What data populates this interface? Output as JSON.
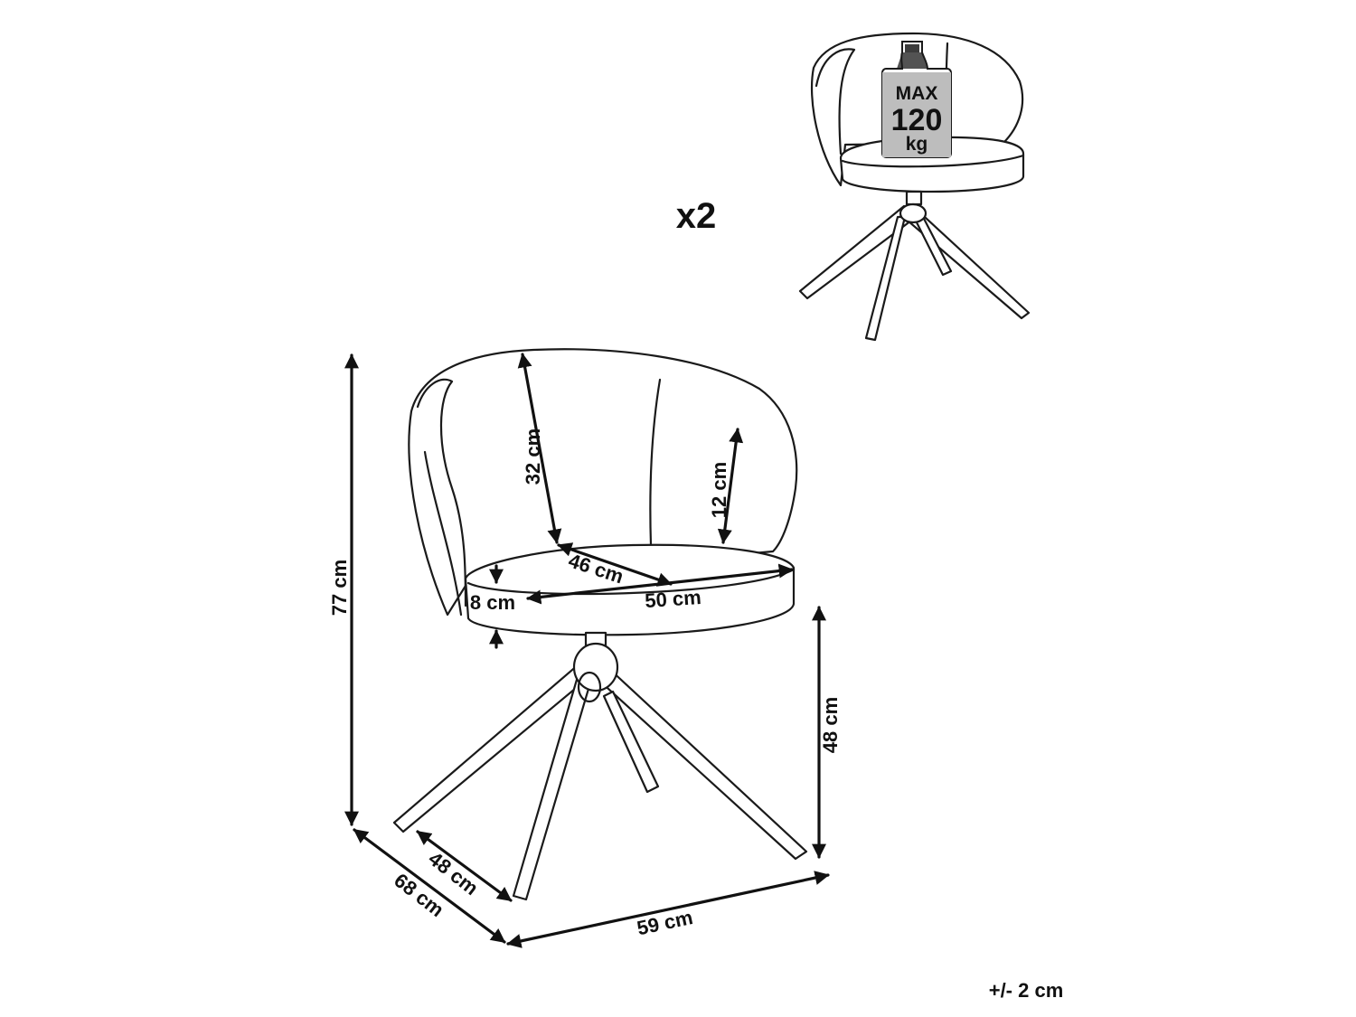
{
  "multiplier": "x2",
  "weight_badge": {
    "line1": "MAX",
    "line2": "120",
    "line3": "kg"
  },
  "dimensions": {
    "total_height": "77 cm",
    "backrest_height": "32 cm",
    "armrest_height": "12 cm",
    "seat_depth": "46 cm",
    "seat_thickness": "8 cm",
    "seat_width": "50 cm",
    "seat_height": "48 cm",
    "leg_span": "48 cm",
    "total_depth": "68 cm",
    "total_width": "59 cm"
  },
  "tolerance": "+/- 2 cm"
}
